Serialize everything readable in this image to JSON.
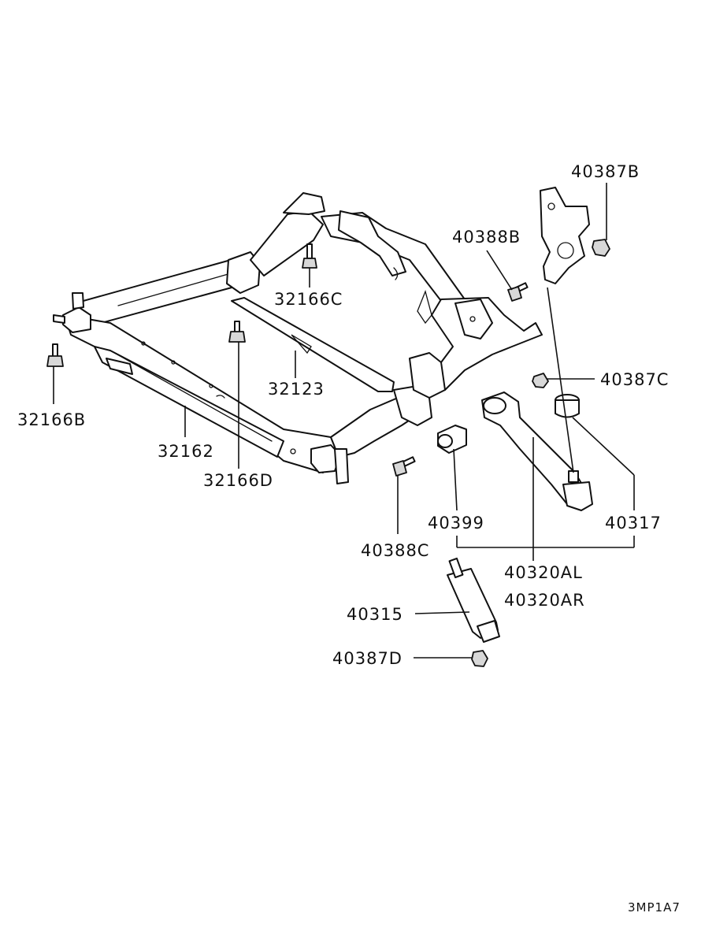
{
  "labels": {
    "p40387B": "40387B",
    "p40388B": "40388B",
    "p32166C": "32166C",
    "p32166B": "32166B",
    "p32123": "32123",
    "p32162": "32162",
    "p32166D": "32166D",
    "p40387C": "40387C",
    "p40399": "40399",
    "p40317": "40317",
    "p40388C": "40388C",
    "p40320AL": "40320AL",
    "p40320AR": "40320AR",
    "p40315": "40315",
    "p40387D": "40387D"
  },
  "diagram_code": "3MP1A7"
}
